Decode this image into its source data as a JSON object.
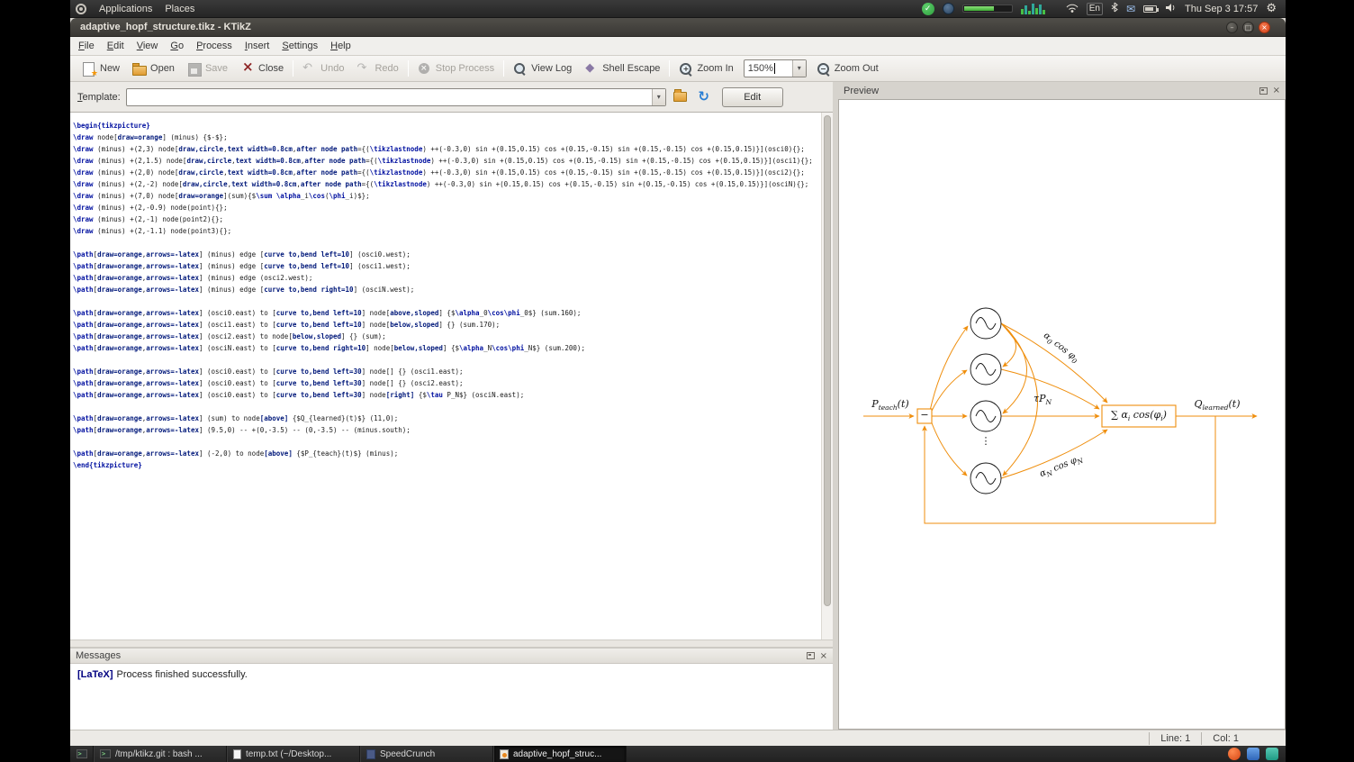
{
  "top_panel": {
    "applications_menu": "Applications",
    "places_menu": "Places",
    "keyboard_indicator": "En",
    "clock": "Thu Sep 3 17:57"
  },
  "window": {
    "title": "adaptive_hopf_structure.tikz - KTikZ"
  },
  "menubar": [
    "File",
    "Edit",
    "View",
    "Go",
    "Process",
    "Insert",
    "Settings",
    "Help"
  ],
  "toolbar": {
    "items": [
      {
        "id": "new",
        "label": "New",
        "icon": "new-document-icon",
        "enabled": true
      },
      {
        "id": "open",
        "label": "Open",
        "icon": "open-folder-icon",
        "enabled": true
      },
      {
        "id": "save",
        "label": "Save",
        "icon": "save-icon",
        "enabled": false
      },
      {
        "id": "close",
        "label": "Close",
        "icon": "close-file-icon",
        "enabled": true
      },
      {
        "type": "separator"
      },
      {
        "id": "undo",
        "label": "Undo",
        "icon": "undo-icon",
        "enabled": false
      },
      {
        "id": "redo",
        "label": "Redo",
        "icon": "redo-icon",
        "enabled": false
      },
      {
        "type": "separator"
      },
      {
        "id": "stop-process",
        "label": "Stop Process",
        "icon": "stop-icon",
        "enabled": false
      },
      {
        "type": "separator"
      },
      {
        "id": "view-log",
        "label": "View Log",
        "icon": "view-log-icon",
        "enabled": true
      },
      {
        "id": "shell-escape",
        "label": "Shell Escape",
        "icon": "shell-escape-icon",
        "enabled": true
      },
      {
        "type": "separator"
      },
      {
        "id": "zoom-in",
        "label": "Zoom In",
        "icon": "zoom-in-icon",
        "enabled": true
      },
      {
        "type": "combo",
        "id": "zoom-level",
        "value": "150%"
      },
      {
        "id": "zoom-out",
        "label": "Zoom Out",
        "icon": "zoom-out-icon",
        "enabled": true
      }
    ]
  },
  "template_row": {
    "label": "Template:",
    "combo_value": "",
    "edit_button": "Edit"
  },
  "editor": {
    "lines": [
      "\\begin{tikzpicture}",
      "\\draw node[draw=orange] (minus) {$-$};",
      "\\draw (minus) +(2,3) node[draw,circle,text width=0.8cm,after node path={(\\tikzlastnode) ++(-0.3,0) sin +(0.15,0.15) cos +(0.15,-0.15) sin +(0.15,-0.15) cos +(0.15,0.15)}](osci0){};",
      "\\draw (minus) +(2,1.5) node[draw,circle,text width=0.8cm,after node path={(\\tikzlastnode) ++(-0.3,0) sin +(0.15,0.15) cos +(0.15,-0.15) sin +(0.15,-0.15) cos +(0.15,0.15)}](osci1){};",
      "\\draw (minus) +(2,0) node[draw,circle,text width=0.8cm,after node path={(\\tikzlastnode) ++(-0.3,0) sin +(0.15,0.15) cos +(0.15,-0.15) sin +(0.15,-0.15) cos +(0.15,0.15)}](osci2){};",
      "\\draw (minus) +(2,-2) node[draw,circle,text width=0.8cm,after node path={(\\tikzlastnode) ++(-0.3,0) sin +(0.15,0.15) cos +(0.15,-0.15) sin +(0.15,-0.15) cos +(0.15,0.15)}](osciN){};",
      "\\draw (minus) +(7,0) node[draw=orange](sum){$\\sum \\alpha_i\\cos(\\phi_i)$};",
      "\\draw (minus) +(2,-0.9) node(point){};",
      "\\draw (minus) +(2,-1) node(point2){};",
      "\\draw (minus) +(2,-1.1) node(point3){};",
      "",
      "\\path[draw=orange,arrows=-latex] (minus) edge [curve to,bend left=10] (osci0.west);",
      "\\path[draw=orange,arrows=-latex] (minus) edge [curve to,bend left=10] (osci1.west);",
      "\\path[draw=orange,arrows=-latex] (minus) edge (osci2.west);",
      "\\path[draw=orange,arrows=-latex] (minus) edge [curve to,bend right=10] (osciN.west);",
      "",
      "\\path[draw=orange,arrows=-latex] (osci0.east) to [curve to,bend left=10] node[above,sloped] {$\\alpha_0\\cos\\phi_0$} (sum.160);",
      "\\path[draw=orange,arrows=-latex] (osci1.east) to [curve to,bend left=10] node[below,sloped] {} (sum.170);",
      "\\path[draw=orange,arrows=-latex] (osci2.east) to node[below,sloped] {} (sum);",
      "\\path[draw=orange,arrows=-latex] (osciN.east) to [curve to,bend right=10] node[below,sloped] {$\\alpha_N\\cos\\phi_N$} (sum.200);",
      "",
      "\\path[draw=orange,arrows=-latex] (osci0.east) to [curve to,bend left=30] node[] {} (osci1.east);",
      "\\path[draw=orange,arrows=-latex] (osci0.east) to [curve to,bend left=30] node[] {} (osci2.east);",
      "\\path[draw=orange,arrows=-latex] (osci0.east) to [curve to,bend left=30] node[right] {$\\tau P_N$} (osciN.east);",
      "",
      "\\path[draw=orange,arrows=-latex] (sum) to node[above] {$Q_{learned}(t)$} (11,0);",
      "\\path[draw=orange,arrows=-latex] (9.5,0) -- +(0,-3.5) -- (0,-3.5) -- (minus.south);",
      "",
      "\\path[draw=orange,arrows=-latex] (-2,0) to node[above] {$P_{teach}(t)$} (minus);",
      "\\end{tikzpicture}"
    ]
  },
  "messages": {
    "title": "Messages",
    "tag": "[LaTeX]",
    "text": "Process finished successfully."
  },
  "preview": {
    "title": "Preview",
    "accent": "#ef8e0c",
    "labels": {
      "p_teach": "P_{teach}(t)",
      "minus": "−",
      "tau_pn": "τP_{N}",
      "sum": "∑ α_{i} cos(φ_{i})",
      "q_learned": "Q_{learned}(t)",
      "alpha_0": "α_{0} cos φ_{0}",
      "alpha_n": "α_{N} cos φ_{N}",
      "dots": "⋮"
    }
  },
  "statusbar": {
    "line": "Line: 1",
    "col": "Col: 1"
  },
  "taskbar": {
    "items": [
      {
        "icon": "terminal-icon",
        "label": "/tmp/ktikz.git : bash ..."
      },
      {
        "icon": "text-file-icon",
        "label": "temp.txt (~/Desktop..."
      },
      {
        "icon": "calculator-icon",
        "label": "SpeedCrunch"
      },
      {
        "icon": "ktikz-icon",
        "label": "adaptive_hopf_struc...",
        "active": true
      }
    ]
  }
}
